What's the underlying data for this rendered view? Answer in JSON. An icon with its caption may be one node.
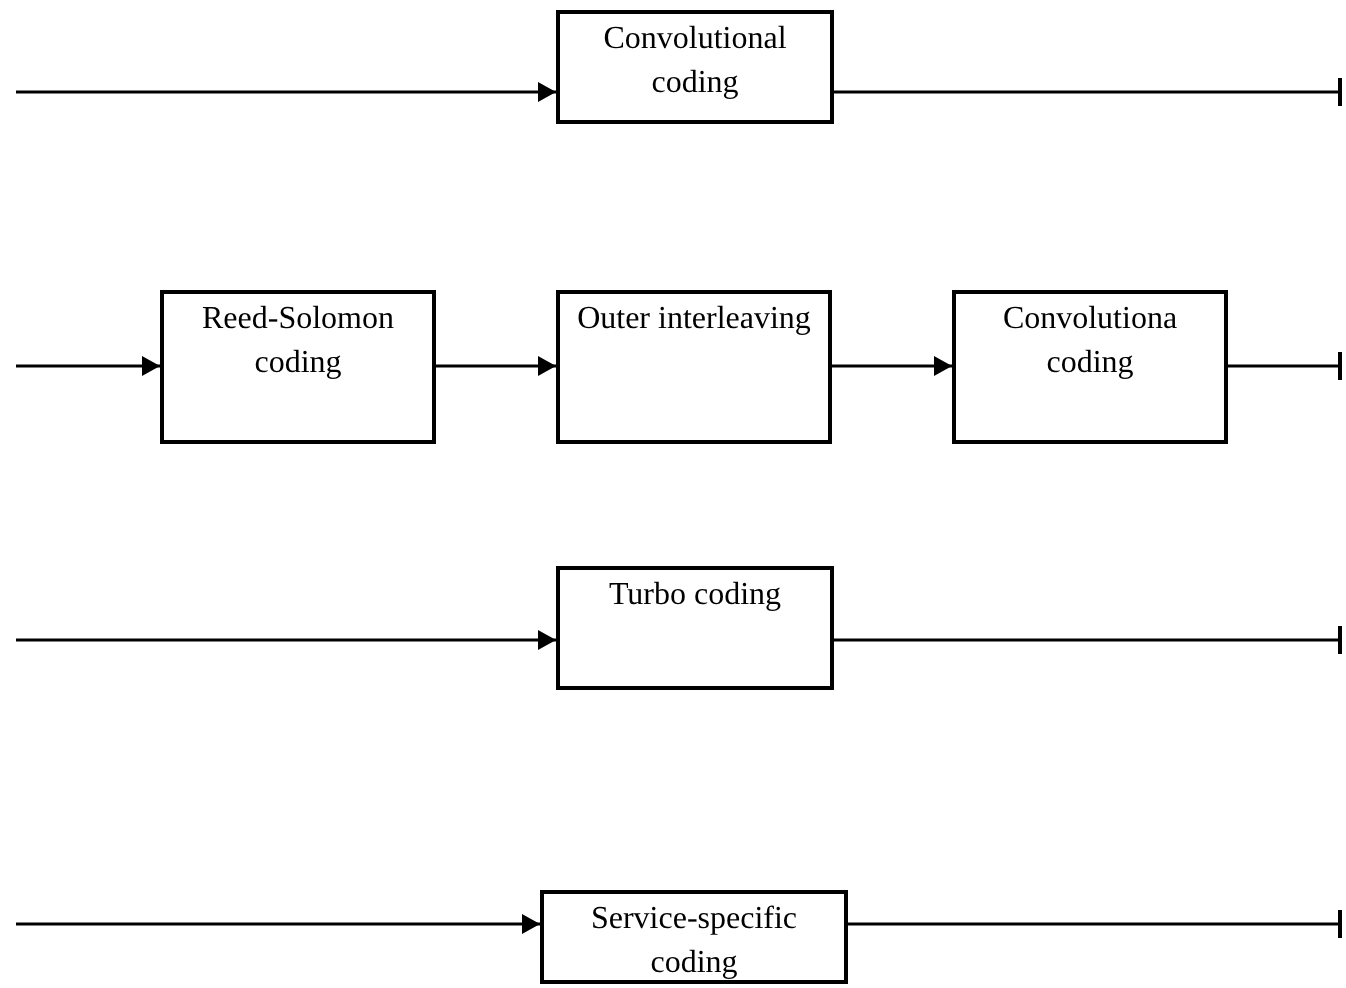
{
  "diagram": {
    "nodes": [
      {
        "text": [
          "Convolutional coding"
        ]
      },
      {
        "text": [
          "Reed-Solomon coding"
        ]
      },
      {
        "text": [
          "Outer interleaving"
        ]
      },
      {
        "text": [
          "Convolutiona coding"
        ]
      },
      {
        "text": [
          "Turbo coding"
        ]
      },
      {
        "text": [
          "Service-specific coding"
        ]
      }
    ],
    "edges": [
      {
        "from": null,
        "to": 0,
        "arrow": "to"
      },
      {
        "from": 0,
        "to": null,
        "arrow": "other"
      },
      {
        "from": null,
        "to": 1,
        "arrow": "to"
      },
      {
        "from": 1,
        "to": 2,
        "arrow": "to"
      },
      {
        "from": 2,
        "to": 3,
        "arrow": "to"
      },
      {
        "from": 3,
        "to": null,
        "arrow": "other"
      },
      {
        "from": null,
        "to": 4,
        "arrow": "to"
      },
      {
        "from": 4,
        "to": null,
        "arrow": "other"
      },
      {
        "from": null,
        "to": 5,
        "arrow": "to"
      },
      {
        "from": 5,
        "to": null,
        "arrow": "other"
      }
    ]
  }
}
